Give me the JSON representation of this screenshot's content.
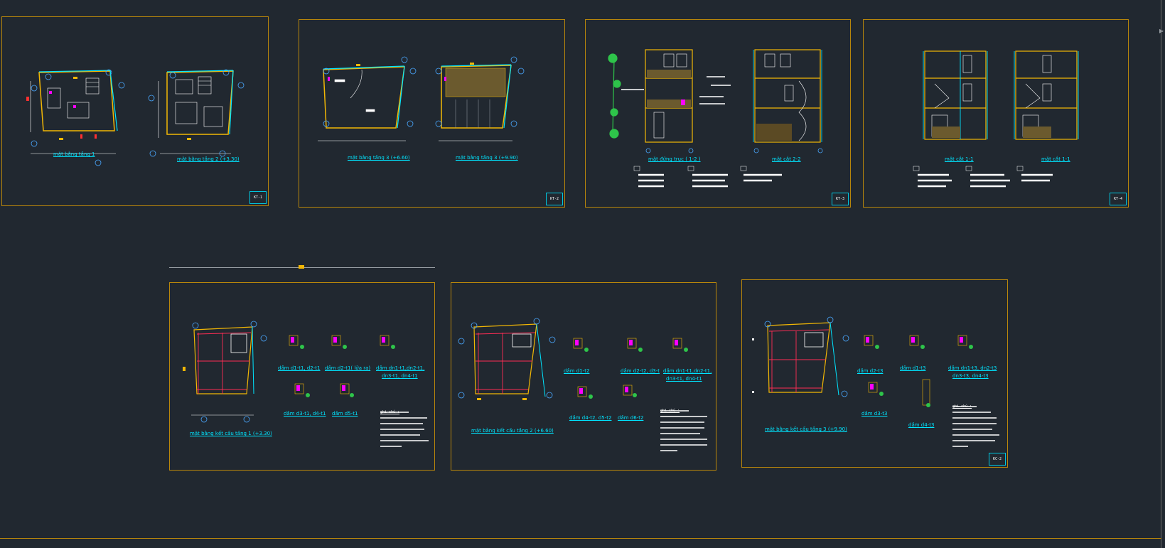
{
  "sheets": [
    {
      "code": "KT-1",
      "captions": [
        "mặt bằng tầng 1",
        "mặt bằng tầng 2 (+3.30)"
      ]
    },
    {
      "code": "KT-2",
      "captions": [
        "mặt bằng tầng 3 (+6.60)",
        "mặt bằng tầng 3 (+9.90)"
      ]
    },
    {
      "code": "KT-3",
      "captions": [
        "mặt đứng trục ( 1-2 )",
        "mặt cắt 2-2"
      ]
    },
    {
      "code": "KT-4",
      "captions": [
        "mặt cắt 1-1",
        "mặt cắt 1-1"
      ]
    },
    {
      "code": "",
      "captions": [
        "mặt bằng kết cấu tầng 1 (+3.30)",
        "dầm d1-t1, d2-t1",
        "dầm d2-t1( lửa ra)",
        "dầm dn1-t1,dn2-t1,",
        "dn3-t1, dn4-t1",
        "dầm d3-t1, d4-t1",
        "dầm d5-t1"
      ],
      "notes_title": "ghi chú :"
    },
    {
      "code": "",
      "captions": [
        "mặt bằng kết cấu tầng 2 (+6.60)",
        "dầm d1-t2",
        "dầm d2-t2, d3-t",
        "dầm dn1-t1,dn2-t1,",
        "dn3-t1, dn4-t1",
        "dầm d4-t2, d5-t2",
        "dầm d6-t2"
      ],
      "notes_title": "ghi chú :"
    },
    {
      "code": "KC-2",
      "captions": [
        "mặt bằng kết cấu tầng 3 (+9.90)",
        "dầm d2-t3",
        "dầm d1-t3",
        "dầm dn1-t3, dn2-t3",
        "dn3-t3, dn4-t3",
        "dầm d3-t3",
        "dầm d4-t3"
      ],
      "notes_title": "ghi chú :"
    }
  ],
  "colors": {
    "background": "#212830",
    "frame": "#b8860b",
    "caption": "#00e5ff",
    "wall": "#f2b705"
  }
}
